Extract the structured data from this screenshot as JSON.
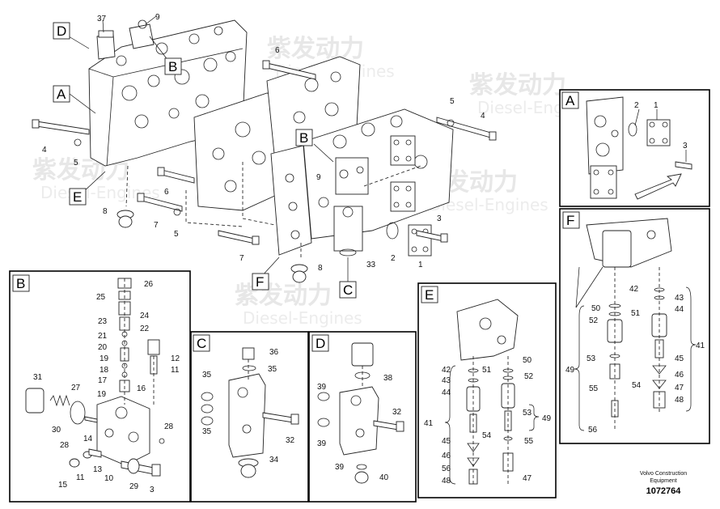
{
  "watermark": {
    "cn": "紫发动力",
    "en": "Diesel-Engines"
  },
  "footer": {
    "company": "Volvo Construction",
    "dept": "Equipment",
    "doc_number": "1072764"
  },
  "main": {
    "section_labels": {
      "A": "A",
      "B": "B",
      "C": "C",
      "D": "D",
      "E": "E",
      "F": "F"
    },
    "callouts": [
      "37",
      "9",
      "6",
      "4",
      "5",
      "4",
      "5",
      "6",
      "7",
      "5",
      "7",
      "8",
      "8",
      "1",
      "2",
      "3",
      "9",
      "33"
    ]
  },
  "panels": {
    "A": {
      "title": "A",
      "callouts": [
        "2",
        "1",
        "3"
      ]
    },
    "B": {
      "title": "B",
      "callouts": [
        "26",
        "25",
        "24",
        "23",
        "22",
        "21",
        "20",
        "19",
        "12",
        "18",
        "11",
        "17",
        "16",
        "31",
        "27",
        "19",
        "30",
        "28",
        "28",
        "14",
        "13",
        "15",
        "11",
        "10",
        "29",
        "3"
      ]
    },
    "C": {
      "title": "C",
      "callouts": [
        "36",
        "35",
        "35",
        "35",
        "32",
        "34"
      ]
    },
    "D": {
      "title": "D",
      "callouts": [
        "38",
        "39",
        "32",
        "39",
        "39",
        "40"
      ]
    },
    "E": {
      "title": "E",
      "callouts": [
        "50",
        "42",
        "51",
        "52",
        "43",
        "44",
        "53",
        "49",
        "41",
        "54",
        "45",
        "55",
        "46",
        "47",
        "56",
        "48"
      ]
    },
    "F": {
      "title": "F",
      "callouts": [
        "42",
        "43",
        "50",
        "51",
        "44",
        "52",
        "53",
        "45",
        "41",
        "49",
        "46",
        "55",
        "54",
        "47",
        "48",
        "56"
      ]
    }
  }
}
